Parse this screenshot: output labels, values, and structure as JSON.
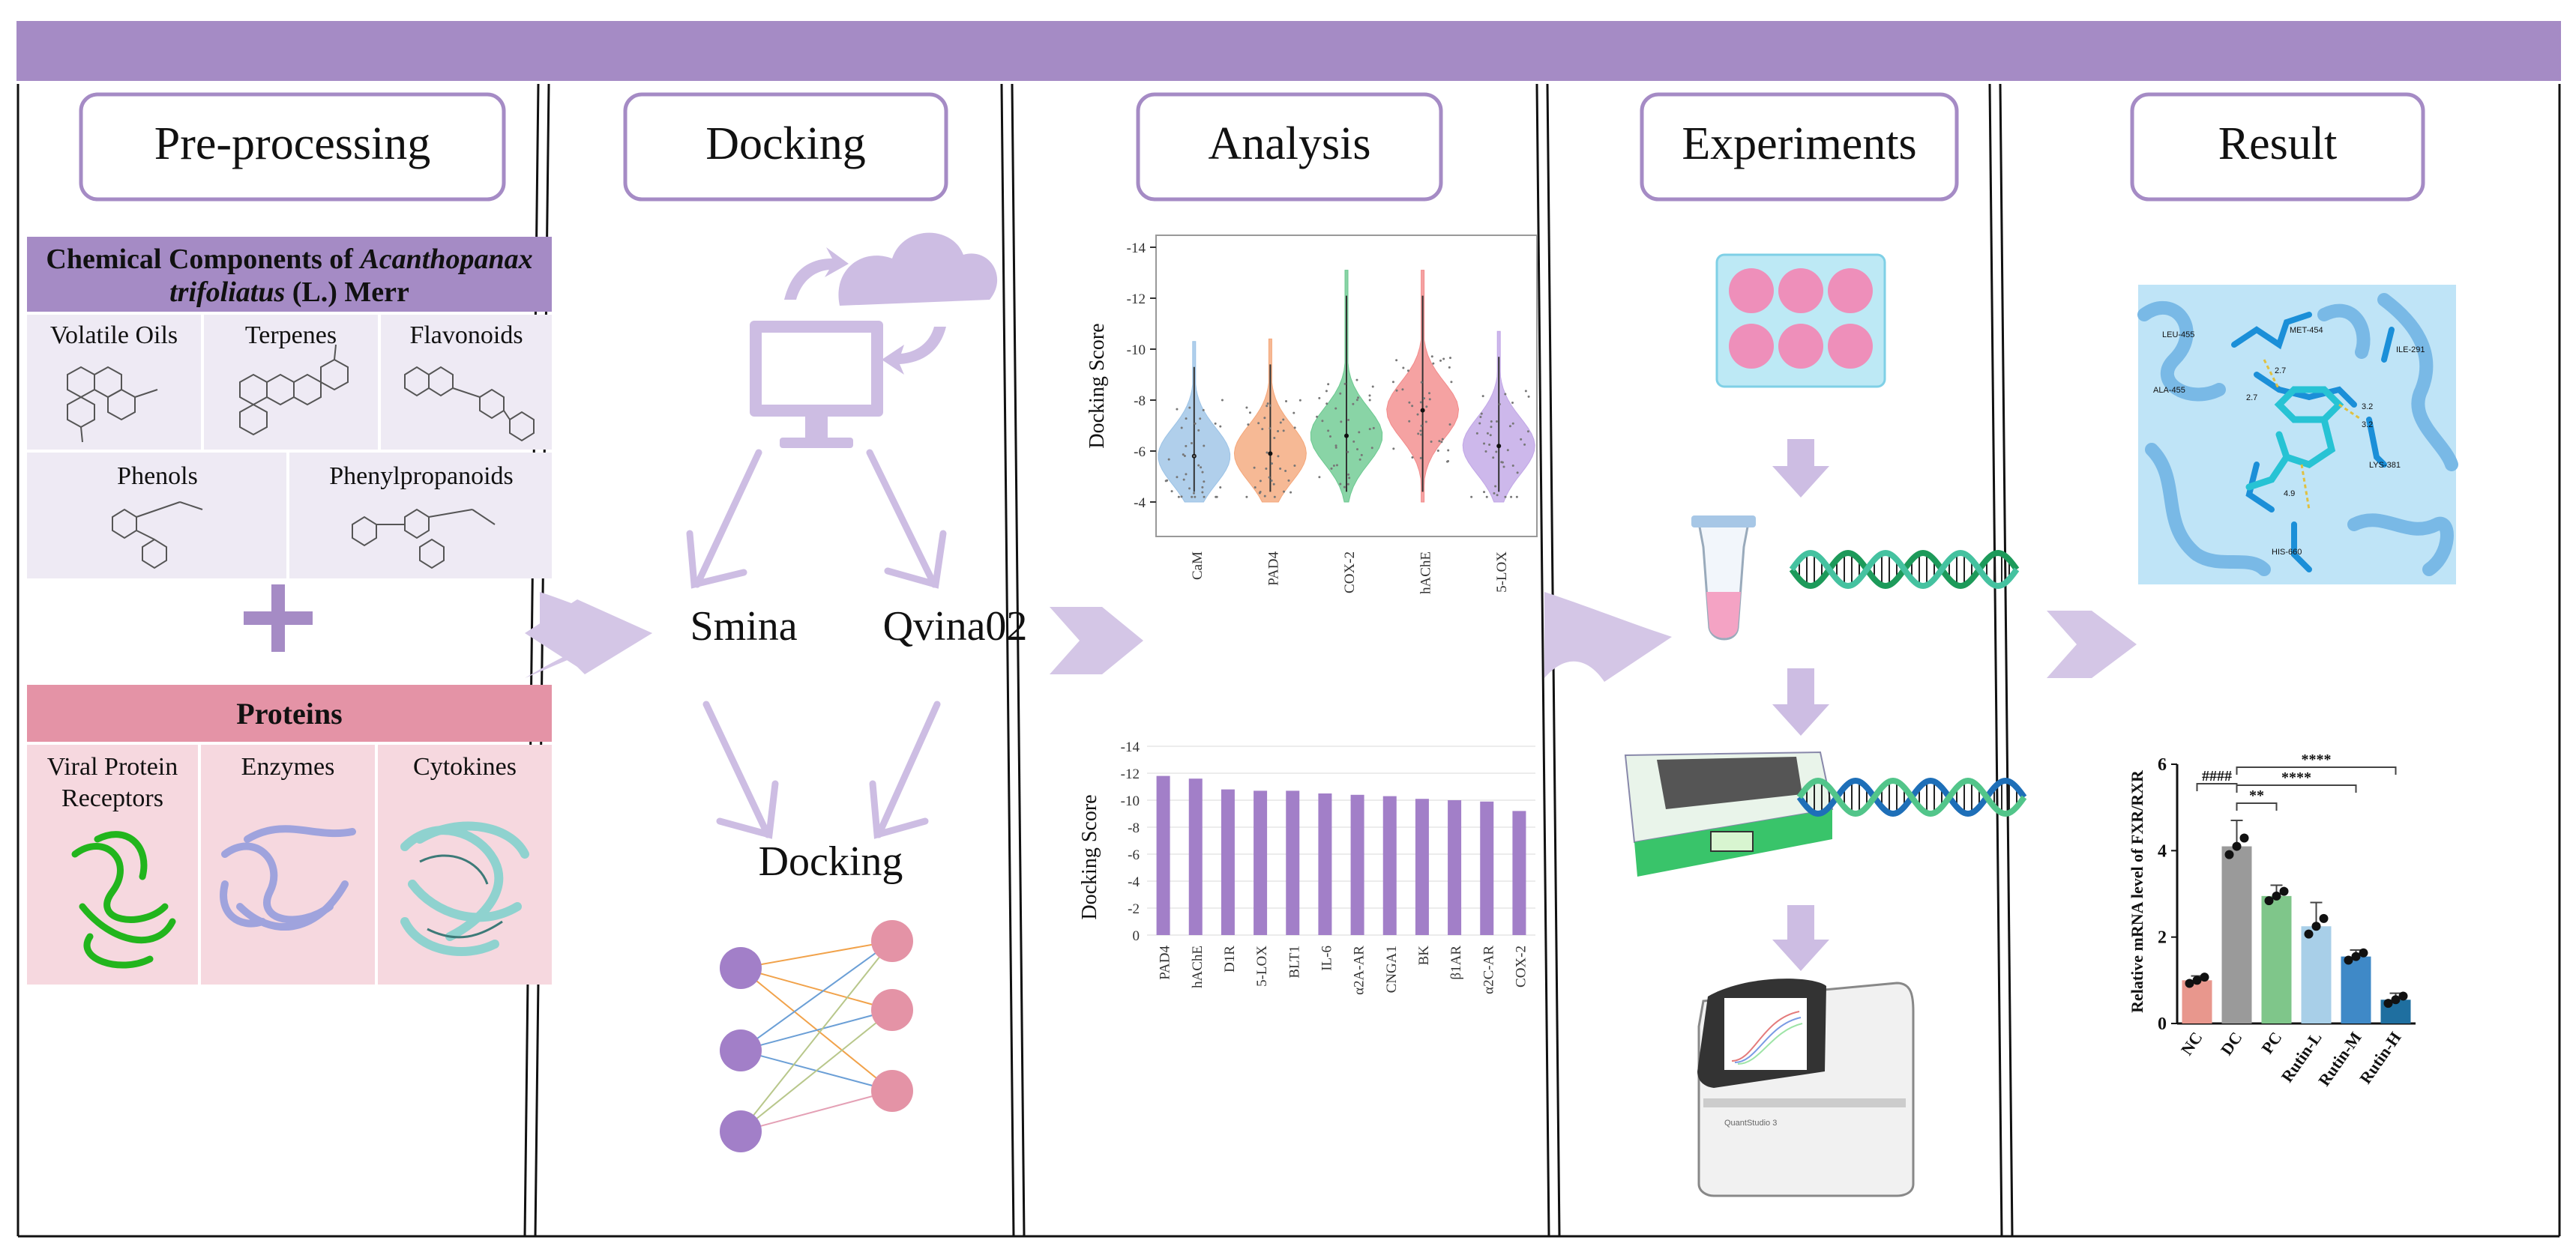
{
  "colors": {
    "banner": "#a58bc5",
    "box_border": "#a58bc5",
    "light_purple": "#cdbde3",
    "chem_header": "#a58bc5",
    "chem_cell": "#eeeaf4",
    "protein_header": "#e493a6",
    "protein_cell": "#f6d8df",
    "arrow": "#d4c6e6"
  },
  "stages": [
    {
      "title": "Pre-processing"
    },
    {
      "title": "Docking"
    },
    {
      "title": "Analysis"
    },
    {
      "title": "Experiments"
    },
    {
      "title": "Result"
    }
  ],
  "preprocessing": {
    "chem_title_a": "Chemical Components of ",
    "chem_title_species": "Acanthopanax",
    "chem_title_species2": "trifoliatus",
    "chem_title_b": " (L.) Merr",
    "chem_classes": [
      "Volatile Oils",
      "Terpenes",
      "Flavonoids",
      "Phenols",
      "Phenylpropanoids"
    ],
    "plus_icon": "plus-icon",
    "protein_title": "Proteins",
    "protein_classes": [
      "Viral Protein",
      "Receptors",
      "Enzymes",
      "Cytokines"
    ]
  },
  "docking": {
    "icon": "computer-cloud-icon",
    "tools": [
      "Smina",
      "Qvina02"
    ],
    "result_label": "Docking"
  },
  "analysis": {
    "violin": {
      "ylabel": "Docking Score",
      "categories": [
        "CaM",
        "PAD4",
        "COX-2",
        "hAChE",
        "5-LOX"
      ],
      "colors": [
        "#9cc3e6",
        "#f4a77a",
        "#6cc990",
        "#f28b8b",
        "#c1a6e6"
      ],
      "medians": [
        -5.8,
        -5.9,
        -6.6,
        -7.6,
        -6.2
      ],
      "yticks": [
        -14,
        -12,
        -10,
        -8,
        -6,
        -4
      ]
    },
    "bars": {
      "ylabel": "Docking Score",
      "categories": [
        "PAD4",
        "hAChE",
        "D1R",
        "5-LOX",
        "BLT1",
        "IL-6",
        "α2A-AR",
        "CNGA1",
        "BK",
        "β1AR",
        "α2C-AR",
        "COX-2"
      ],
      "values": [
        -11.8,
        -11.6,
        -10.8,
        -10.7,
        -10.7,
        -10.5,
        -10.4,
        -10.3,
        -10.1,
        -10.0,
        -9.9,
        -9.2
      ],
      "yticks": [
        -14,
        -12,
        -10,
        -8,
        -6,
        -4,
        -2,
        0
      ],
      "color": "#a27fc8"
    }
  },
  "experiments": {
    "icons": [
      "well-plate-icon",
      "tube-icon",
      "dna-icon",
      "thermal-cycler-icon",
      "qpcr-machine-icon"
    ],
    "instrument_label": "QuantStudio 3"
  },
  "result": {
    "residues": [
      "LEU-455",
      "MET-454",
      "ILE-291",
      "ALA-455",
      "LYS-381",
      "HIS-660"
    ],
    "distances": [
      "2.7",
      "2.7",
      "3.2",
      "3.2",
      "4.9"
    ],
    "chart_data": {
      "type": "bar",
      "ylabel": "Relative mRNA level of FXR/RXR",
      "categories": [
        "NC",
        "DC",
        "PC",
        "Rutin-L",
        "Rutin-M",
        "Rutin-H"
      ],
      "values": [
        1.0,
        4.1,
        2.95,
        2.25,
        1.55,
        0.55
      ],
      "errors": [
        0.1,
        0.6,
        0.25,
        0.55,
        0.15,
        0.15
      ],
      "colors": [
        "#e8978d",
        "#9a9a9a",
        "#7fc68a",
        "#a8cfe8",
        "#3f89c7",
        "#1f6fa0"
      ],
      "ylim": [
        0,
        6
      ],
      "yticks": [
        0,
        2,
        4,
        6
      ],
      "significance": [
        "####",
        "**",
        "****",
        "****"
      ]
    }
  }
}
